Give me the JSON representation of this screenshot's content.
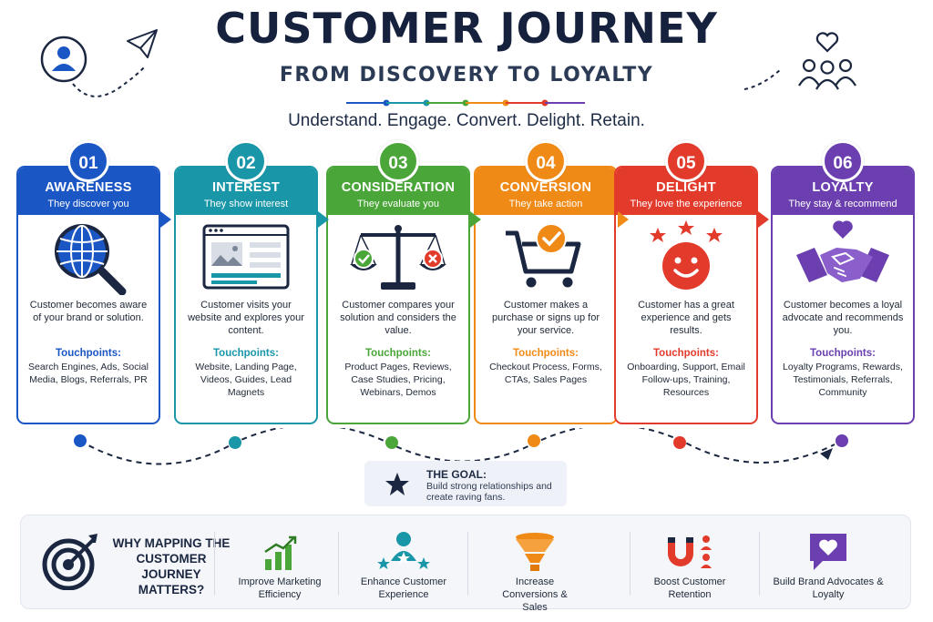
{
  "header": {
    "title": "CUSTOMER JOURNEY",
    "subtitle": "FROM DISCOVERY TO LOYALTY",
    "tagline": "Understand. Engage. Convert. Delight. Retain."
  },
  "stages": [
    {
      "number": "01",
      "name": "AWARENESS",
      "sub": "They discover you",
      "color": "#1a56c4",
      "desc": "Customer becomes aware of your brand or solution.",
      "tp_label": "Touchpoints:",
      "touchpoints": "Search Engines, Ads, Social Media, Blogs, Referrals, PR",
      "icon": "globe-magnifier-icon"
    },
    {
      "number": "02",
      "name": "INTEREST",
      "sub": "They show interest",
      "color": "#1996a8",
      "desc": "Customer visits your website and explores your content.",
      "tp_label": "Touchpoints:",
      "touchpoints": "Website, Landing Page, Videos, Guides, Lead Magnets",
      "icon": "browser-window-icon"
    },
    {
      "number": "03",
      "name": "CONSIDERATION",
      "sub": "They evaluate you",
      "color": "#4aa638",
      "desc": "Customer compares your solution and considers the value.",
      "tp_label": "Touchpoints:",
      "touchpoints": "Product Pages, Reviews, Case Studies, Pricing, Webinars, Demos",
      "icon": "balance-scale-icon"
    },
    {
      "number": "04",
      "name": "CONVERSION",
      "sub": "They take action",
      "color": "#f08a16",
      "desc": "Customer makes a purchase or signs up for your service.",
      "tp_label": "Touchpoints:",
      "touchpoints": "Checkout Process, Forms, CTAs, Sales Pages",
      "icon": "shopping-cart-icon"
    },
    {
      "number": "05",
      "name": "DELIGHT",
      "sub": "They love the experience",
      "color": "#e23b2c",
      "desc": "Customer has a great experience and gets results.",
      "tp_label": "Touchpoints:",
      "touchpoints": "Onboarding, Support, Email Follow-ups, Training, Resources",
      "icon": "smiley-stars-icon"
    },
    {
      "number": "06",
      "name": "LOYALTY",
      "sub": "They stay & recommend",
      "color": "#6b3fb0",
      "desc": "Customer becomes a loyal advocate and recommends you.",
      "tp_label": "Touchpoints:",
      "touchpoints": "Loyalty Programs, Rewards, Testimonials, Referrals, Community",
      "icon": "handshake-heart-icon"
    }
  ],
  "goal": {
    "heading": "THE GOAL:",
    "text": "Build strong relationships and create raving fans."
  },
  "why": {
    "heading": "WHY MAPPING THE CUSTOMER JOURNEY MATTERS?",
    "benefits": [
      {
        "label": "Improve Marketing Efficiency",
        "icon": "bar-chart-icon"
      },
      {
        "label": "Enhance Customer Experience",
        "icon": "person-stars-icon"
      },
      {
        "label": "Increase Conversions & Sales",
        "icon": "funnel-icon"
      },
      {
        "label": "Boost Customer Retention",
        "icon": "magnet-people-icon"
      },
      {
        "label": "Build Brand Advocates & Loyalty",
        "icon": "heart-chat-icon"
      }
    ]
  }
}
